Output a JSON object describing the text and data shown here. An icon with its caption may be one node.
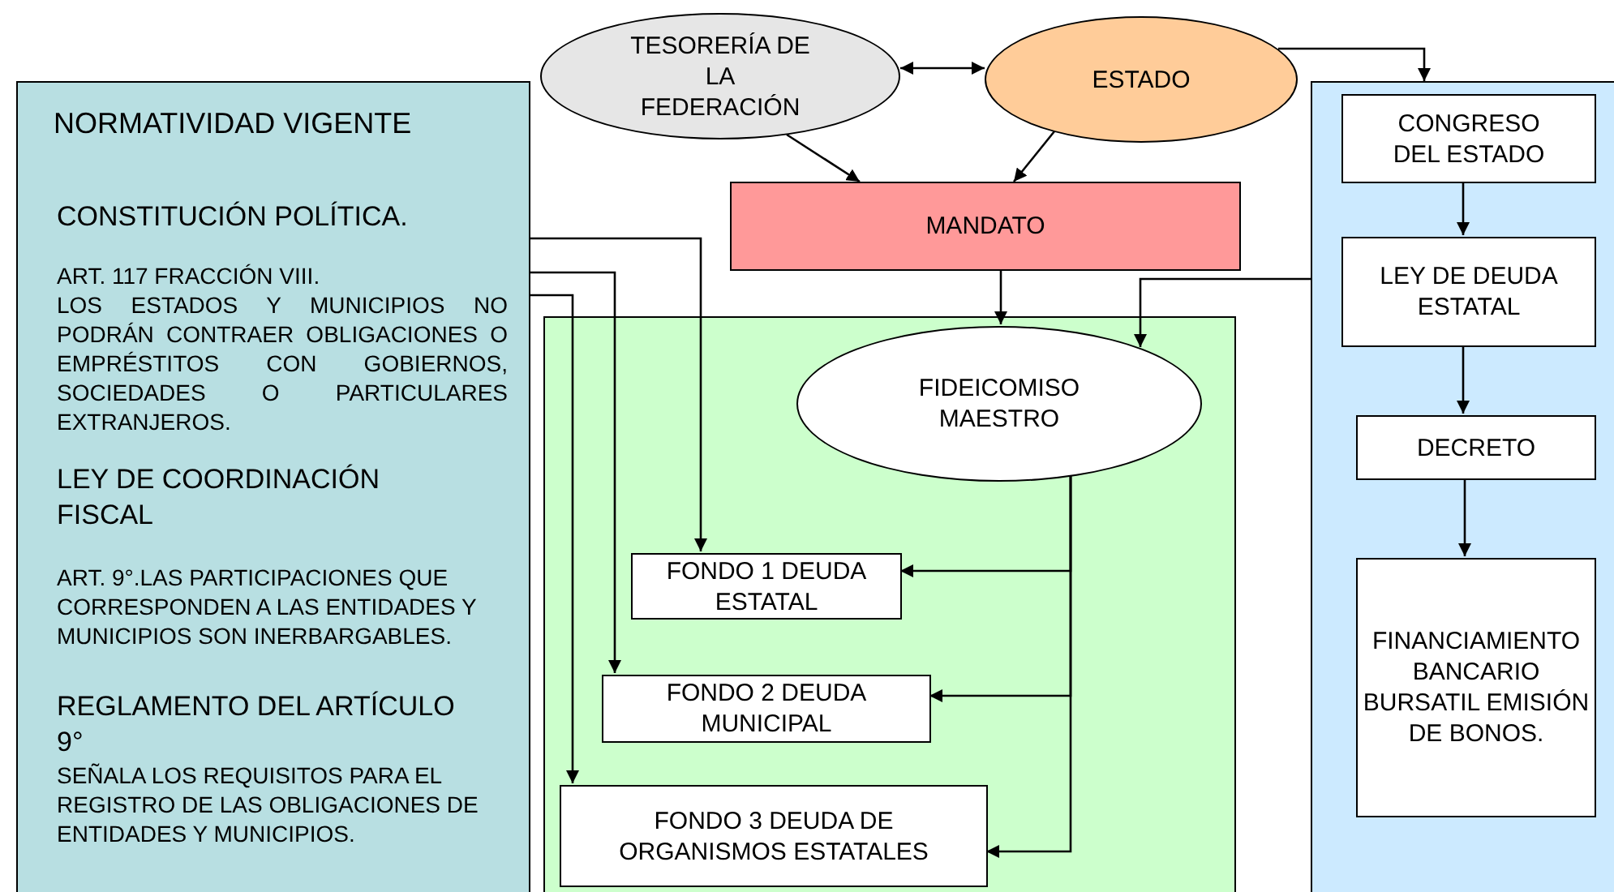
{
  "diagram": {
    "nodes": [
      {
        "text": [
          "NORMATIVIDAD VIGENTE",
          "CONSTITUCIÓN POLÍTICA.",
          "ART. 117 FRACCIÓN VIII.",
          "LOS ESTADOS Y MUNICIPIOS NO PODRÁN CONTRAER OBLIGACIONES O EMPRÉSTITOS CON GOBIERNOS, SOCIEDADES O PARTICULARES EXTRANJEROS.",
          "LEY DE COORDINACIÓN FISCAL",
          "ART. 9°.LAS PARTICIPACIONES QUE CORRESPONDEN A LAS ENTIDADES Y MUNICIPIOS SON INERBARGABLES.",
          "REGLAMENTO DEL ARTÍCULO 9°",
          "SEÑALA LOS REQUISITOS PARA EL REGISTRO DE LAS OBLIGACIONES DE ENTIDADES Y MUNICIPIOS."
        ]
      },
      {
        "text": [
          "TESORERÍA DE LA FEDERACIÓN"
        ]
      },
      {
        "text": [
          "ESTADO"
        ]
      },
      {
        "text": [
          "MANDATO"
        ]
      },
      {
        "text": [],
        "shape": "box"
      },
      {
        "text": [
          "FIDEICOMISO MAESTRO"
        ],
        "in": 4
      },
      {
        "text": [
          "FONDO 1 DEUDA ESTATAL"
        ],
        "in": 4
      },
      {
        "text": [
          "FONDO 2 DEUDA MUNICIPAL"
        ],
        "in": 4
      },
      {
        "text": [
          "FONDO 3 DEUDA DE ORGANISMOS ESTATALES"
        ],
        "in": 4
      },
      {
        "text": [],
        "shape": "box"
      },
      {
        "text": [
          "CONGRESO DEL ESTADO"
        ],
        "in": 9
      },
      {
        "text": [
          "LEY DE DEUDA ESTATAL"
        ],
        "in": 9
      },
      {
        "text": [
          "DECRETO"
        ],
        "in": 9
      },
      {
        "text": [
          "FINANCIAMIENTO BANCARIO BURSATIL EMISIÓN DE BONOS."
        ],
        "in": 9
      }
    ],
    "edges": [
      {
        "from": 1,
        "to": 2,
        "arrow": "both"
      },
      {
        "from": 1,
        "to": 3,
        "arrow": "to"
      },
      {
        "from": 2,
        "to": 3,
        "arrow": "to"
      },
      {
        "from": 2,
        "to": 9,
        "arrow": "to"
      },
      {
        "from": 3,
        "to": 5,
        "arrow": "to"
      },
      {
        "from": 9,
        "to": 5,
        "arrow": "to"
      },
      {
        "from": 10,
        "to": 11,
        "arrow": "to"
      },
      {
        "from": 11,
        "to": 12,
        "arrow": "to"
      },
      {
        "from": 12,
        "to": 13,
        "arrow": "to"
      },
      {
        "from": 5,
        "to": 6,
        "arrow": "to"
      },
      {
        "from": 5,
        "to": 7,
        "arrow": "to"
      },
      {
        "from": 5,
        "to": 8,
        "arrow": "to"
      },
      {
        "from": 0,
        "to": 6,
        "arrow": "to"
      },
      {
        "from": 0,
        "to": 7,
        "arrow": "to"
      },
      {
        "from": 0,
        "to": 8,
        "arrow": "to"
      }
    ]
  }
}
